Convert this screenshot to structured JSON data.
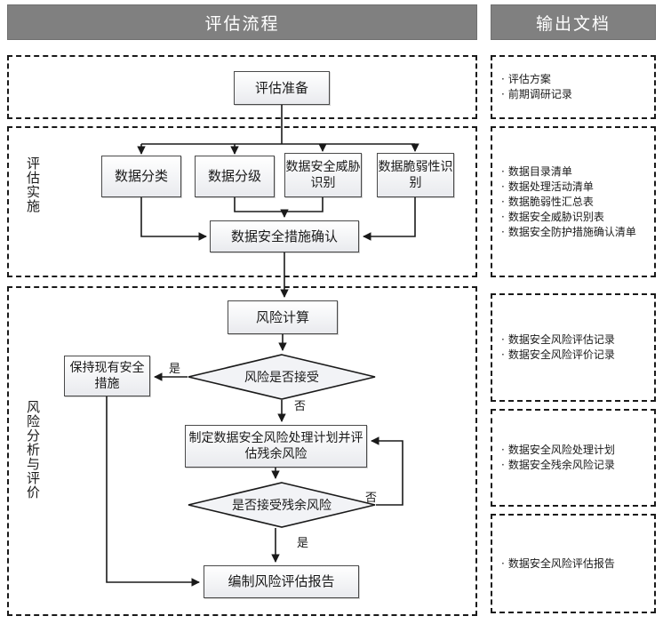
{
  "headers": {
    "flow": "评估流程",
    "documents": "输出文档"
  },
  "stage_labels": {
    "implementation": "评估实施",
    "risk_analysis": "风险分析与评价"
  },
  "nodes": {
    "preparation": "评估准备",
    "classification": "数据分类",
    "grading": "数据分级",
    "threat_identification": "数据安全威胁识别",
    "vulnerability_identification": "数据脆弱性识别",
    "measure_confirmation": "数据安全措施确认",
    "risk_calculation": "风险计算",
    "keep_existing_measures": "保持现有安全措施",
    "treatment_plan": "制定数据安全风险处理计划并评估残余风险",
    "report": "编制风险评估报告"
  },
  "decisions": {
    "risk_accepted": "风险是否接受",
    "residual_accepted": "是否接受残余风险"
  },
  "branches": {
    "yes_risk_accepted": "是",
    "no_risk_accepted": "否",
    "no_residual": "否",
    "yes_residual": "是"
  },
  "documents": [
    {
      "id": "doc-prep",
      "items": [
        "评估方案",
        "前期调研记录"
      ]
    },
    {
      "id": "doc-impl",
      "items": [
        "数据目录清单",
        "数据处理活动清单",
        "数据脆弱性汇总表",
        "数据安全威胁识别表",
        "数据安全防护措施确认清单"
      ]
    },
    {
      "id": "doc-risk-assess",
      "items": [
        "数据安全风险评估记录",
        "数据安全风险评价记录"
      ]
    },
    {
      "id": "doc-risk-treat",
      "items": [
        "数据安全风险处理计划",
        "数据安全残余风险记录"
      ]
    },
    {
      "id": "doc-report",
      "items": [
        "数据安全风险评估报告"
      ]
    }
  ],
  "colors": {
    "header_bar": "#808080",
    "header_text": "#ffffff",
    "node_border": "#4a4a4a",
    "node_fill": "#f2f3f6",
    "group_border": "#1a1a1a",
    "connector": "#1a1a1a",
    "text": "#1a1a1a"
  },
  "caption": ""
}
